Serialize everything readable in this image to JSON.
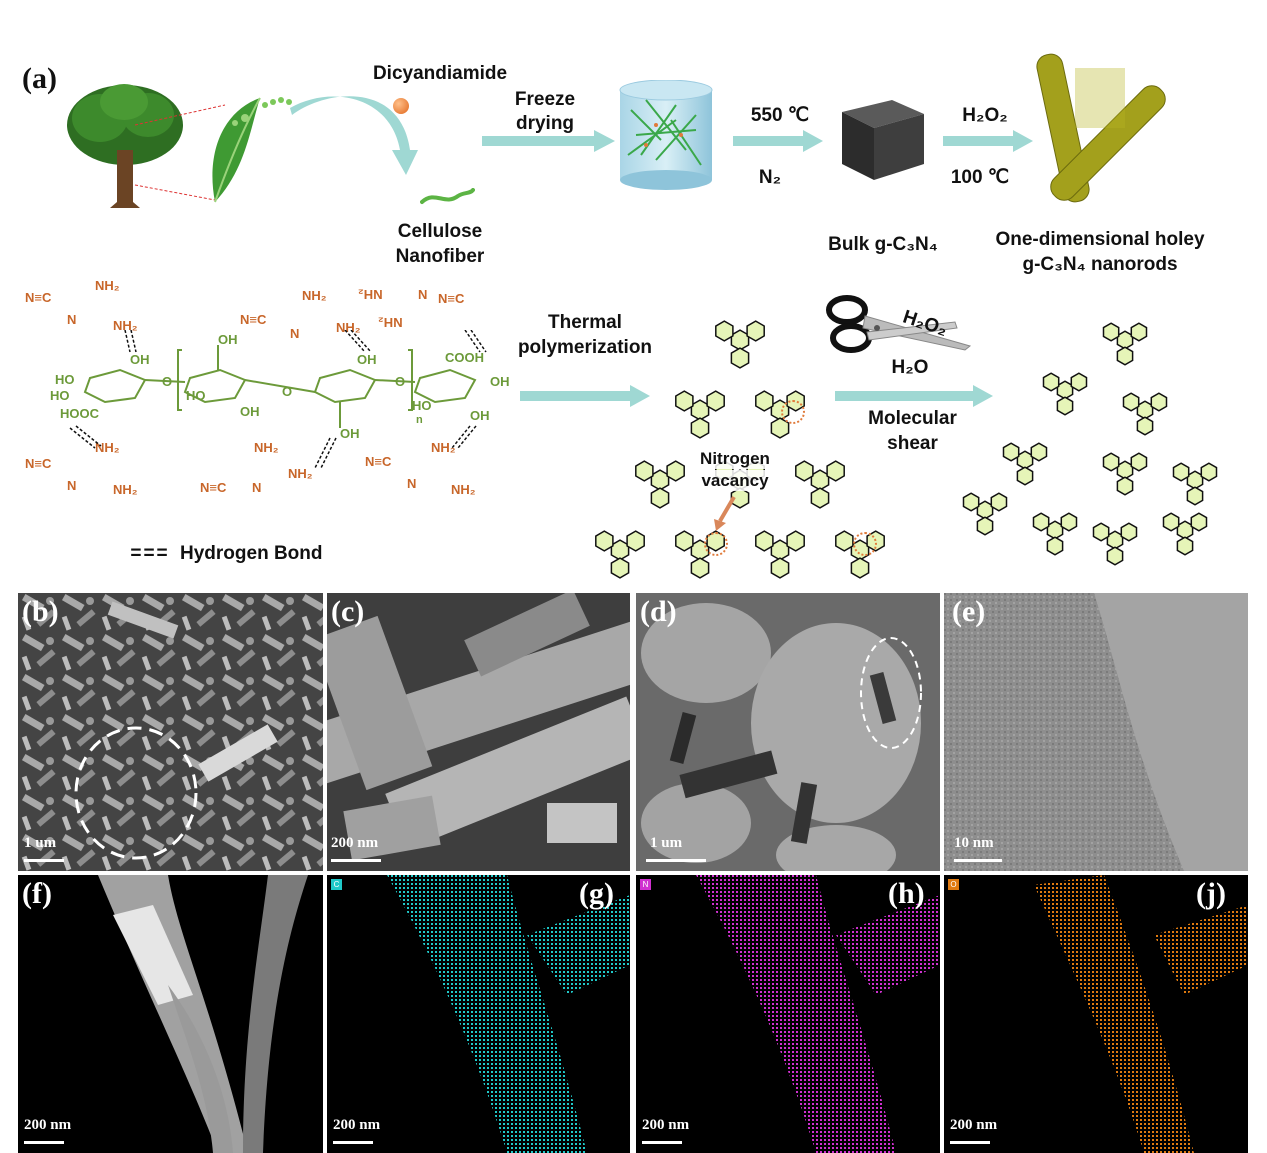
{
  "panel_labels": [
    "(a)",
    "(b)",
    "(c)",
    "(d)",
    "(e)",
    "(f)",
    "(g)",
    "(h)",
    "(j)"
  ],
  "scheme": {
    "dicyandiamide": "Dicyandiamide",
    "cellulose_line1": "Cellulose",
    "cellulose_line2": "Nanofiber",
    "freeze_line1": "Freeze",
    "freeze_line2": "drying",
    "temp1": "550 ℃",
    "gas": "N₂",
    "oxidant": "H₂O₂",
    "temp2": "100 ℃",
    "bulk_label": "Bulk g-C₃N₄",
    "product_line1": "One-dimensional holey",
    "product_line2": "g-C₃N₄ nanorods",
    "thermal_line1": "Thermal",
    "thermal_line2": "polymerization",
    "shear_h2o2": "H₂O₂",
    "shear_h2o": "H₂O",
    "shear_line1": "Molecular",
    "shear_line2": "shear",
    "vacancy_line1": "Nitrogen",
    "vacancy_line2": "vacancy",
    "hbond_symbol": "===",
    "hbond_label": "Hydrogen Bond"
  },
  "chem_labels": {
    "nh2": "NH₂",
    "oh": "OH",
    "ho": "HO",
    "n": "N",
    "nc": "N≡C",
    "cooh": "COOH",
    "hooc": "HOOC",
    "o": "O",
    "sub_n": "n",
    "hn": "HN"
  },
  "scale_bars": {
    "b": "1 um",
    "c": "200 nm",
    "d": "1 um",
    "e": "10 nm",
    "f": "200 nm",
    "g": "200 nm",
    "h": "200 nm",
    "j": "200 nm"
  },
  "map_badges": {
    "g": "C",
    "h": "N",
    "j": "O"
  },
  "colors": {
    "arrow": "#9fd8d3",
    "molecule_orange": "#c8662a",
    "cellulose_green": "#6c9a3a",
    "triazine_fill": "#e6f5b8",
    "map_c": "#1fc9c9",
    "map_n": "#d030d0",
    "map_o": "#e07a10"
  }
}
